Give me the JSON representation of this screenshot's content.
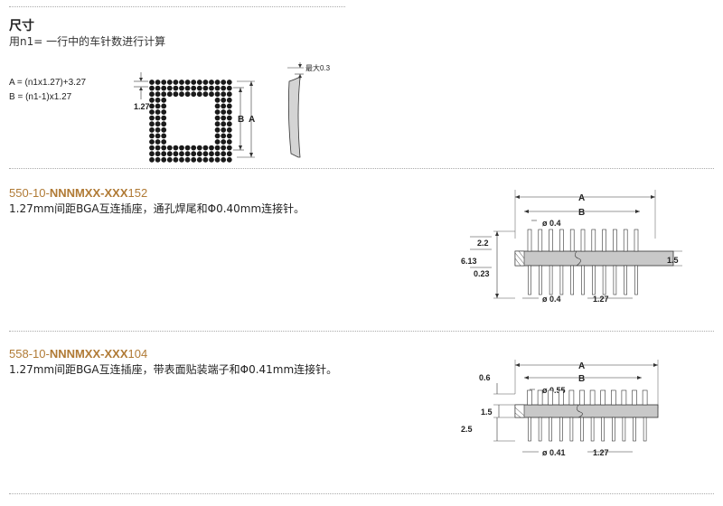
{
  "section": {
    "title": "尺寸",
    "subtitle": "用n1= 一行中的车针数进行计算",
    "formula_a": "A = (n1x1.27)+3.27",
    "formula_b": "B = (n1-1)x1.27"
  },
  "top_drawing": {
    "pitch": "1.27",
    "label_b": "B",
    "label_a": "A",
    "max_label": "最大0.3"
  },
  "product1": {
    "pn_prefix": "550-10-",
    "pn_mid": "NNNMXX-XXX",
    "pn_suffix": "152",
    "description": "1.27mm间距BGA互连插座，通孔焊尾和Φ0.40mm连接针。",
    "dims": {
      "A": "A",
      "B": "B",
      "dia_top": "ø 0.4",
      "dia_bottom": "ø 0.4",
      "pitch": "1.27",
      "h1": "2.2",
      "h2": "6.13",
      "h3": "0.23",
      "thick": "1.5"
    }
  },
  "product2": {
    "pn_prefix": "558-10-",
    "pn_mid": "NNNMXX-XXX",
    "pn_suffix": "104",
    "description": "1.27mm间距BGA互连插座，带表面贴装端子和Φ0.41mm连接针。",
    "dims": {
      "A": "A",
      "B": "B",
      "dia_top": "ø 0.55",
      "dia_bottom": "ø 0.41",
      "pitch": "1.27",
      "h1": "0.6",
      "h2": "1.5",
      "h3": "2.5"
    }
  },
  "colors": {
    "part_number": "#b07a35",
    "body_fill": "#c8c8c8",
    "ball_fill": "#1a1a1a"
  }
}
